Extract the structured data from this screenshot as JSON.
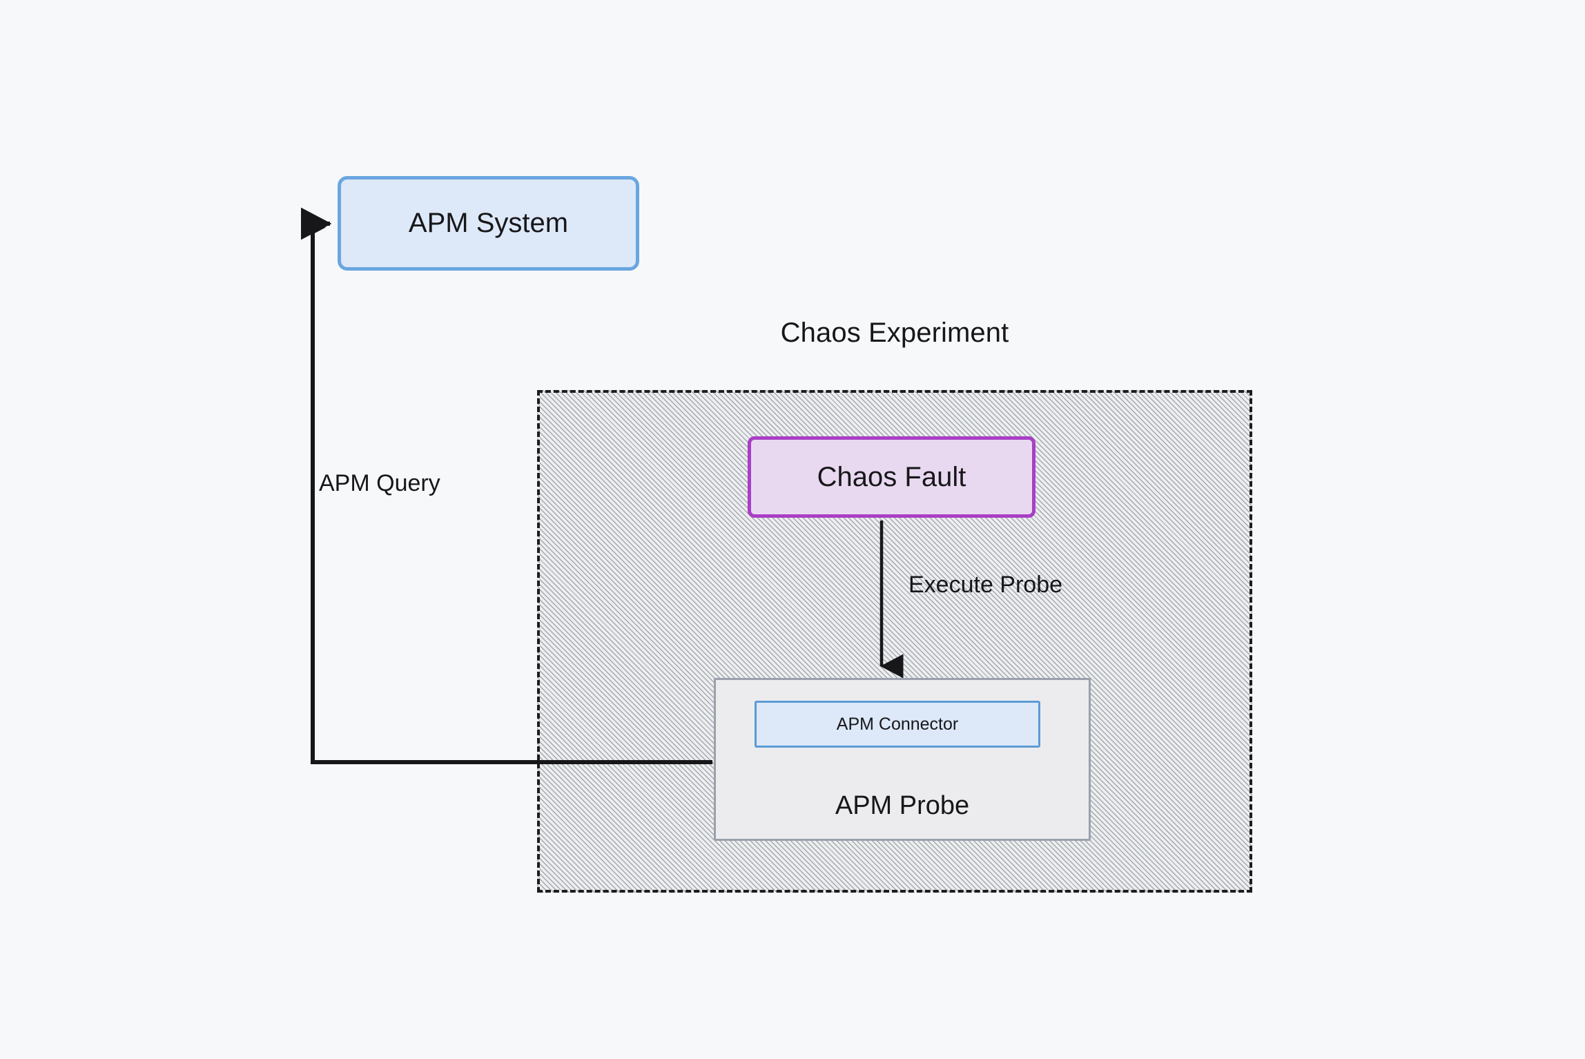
{
  "diagram": {
    "background_color": "#f7f8fa",
    "cluster": {
      "name": "Chaos Experiment",
      "title": "Chaos Experiment",
      "border_style": "dashed",
      "border_color": "#1d1d20",
      "fill_pattern": "diagonal-hatch",
      "fill_color": "#eceef0"
    },
    "nodes": [
      {
        "id": "apm-system",
        "label": "APM System",
        "fill": "#dde8f8",
        "stroke": "#6aa6e0",
        "shape": "rounded-rectangle"
      },
      {
        "id": "chaos-fault",
        "label": "Chaos Fault",
        "fill": "#e9d9f0",
        "stroke": "#a93fc6",
        "shape": "rounded-rectangle"
      },
      {
        "id": "apm-probe",
        "label": "APM Probe",
        "fill": "#ececee",
        "stroke": "#99a1ac",
        "shape": "rectangle"
      },
      {
        "id": "apm-connector",
        "label": "APM Connector",
        "fill": "#dde8f8",
        "stroke": "#5b9bd5",
        "shape": "rectangle"
      }
    ],
    "edges": [
      {
        "id": "execute-probe-edge",
        "label": "Execute Probe",
        "from": "chaos-fault",
        "to": "apm-probe",
        "arrow": "single",
        "color": "#17171a"
      },
      {
        "id": "apm-query-edge",
        "label": "APM Query",
        "from": "apm-probe",
        "to": "apm-system",
        "arrow": "single",
        "color": "#17171a"
      }
    ]
  }
}
